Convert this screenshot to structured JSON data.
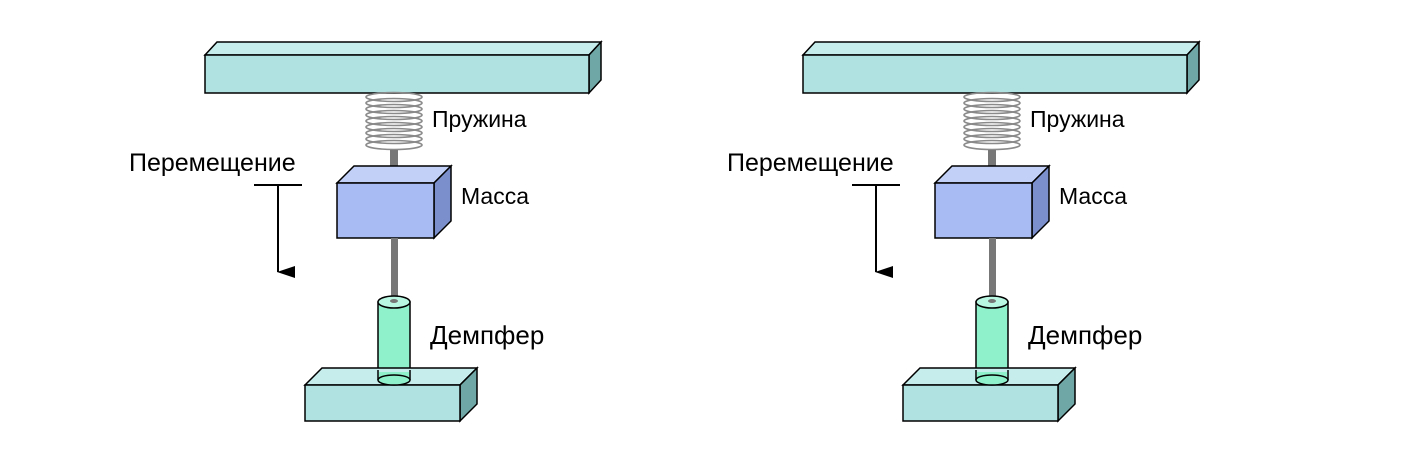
{
  "diagrams": [
    {
      "labels": {
        "spring": "Пружина",
        "mass": "Масса",
        "damper": "Демпфер",
        "displacement": "Перемещение"
      }
    },
    {
      "labels": {
        "spring": "Пружина",
        "mass": "Масса",
        "damper": "Демпфер",
        "displacement": "Перемещение"
      }
    }
  ],
  "colors": {
    "beam_front": "#b0e2e2",
    "beam_top": "#c6ecec",
    "beam_side": "#6fa7a7",
    "mass_front": "#a8bbf2",
    "mass_top": "#c2d0f7",
    "mass_side": "#7b8fcc",
    "damper": "#8ff0cc",
    "spring": "#888888",
    "rod": "#777777"
  }
}
